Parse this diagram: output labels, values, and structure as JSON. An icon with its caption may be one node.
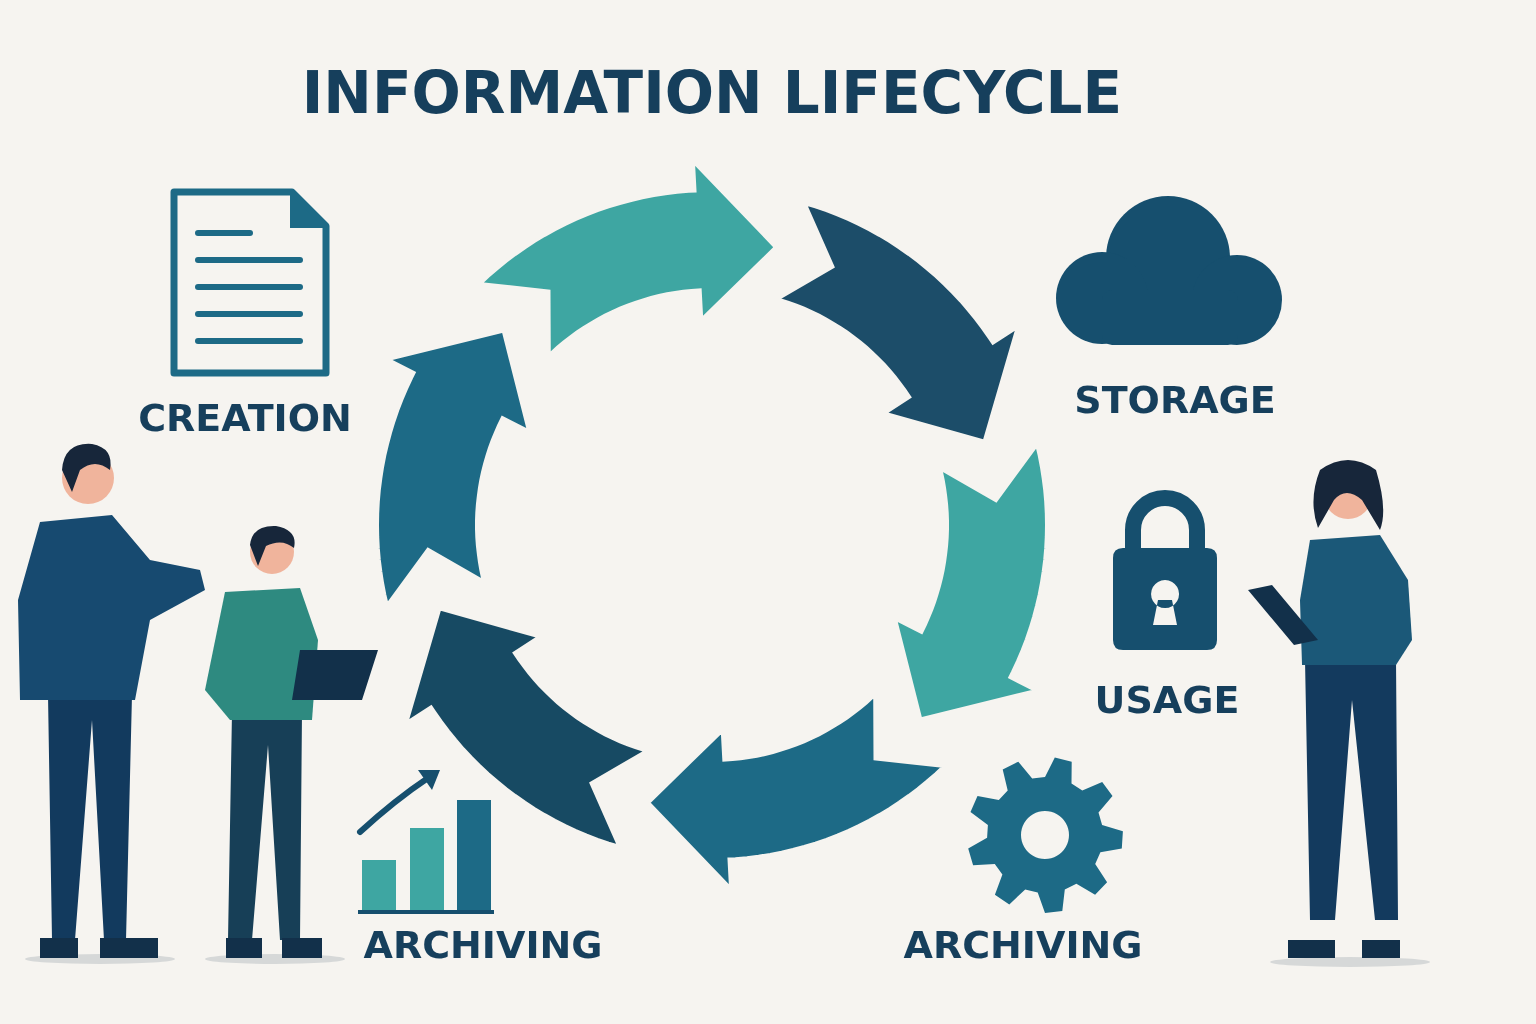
{
  "diagram": {
    "title": "INFORMATION LIFECYCLE",
    "labels": [
      "CREATION",
      "STORAGE",
      "USAGE",
      "ARCHIVING",
      "ARCHIVING"
    ]
  }
}
